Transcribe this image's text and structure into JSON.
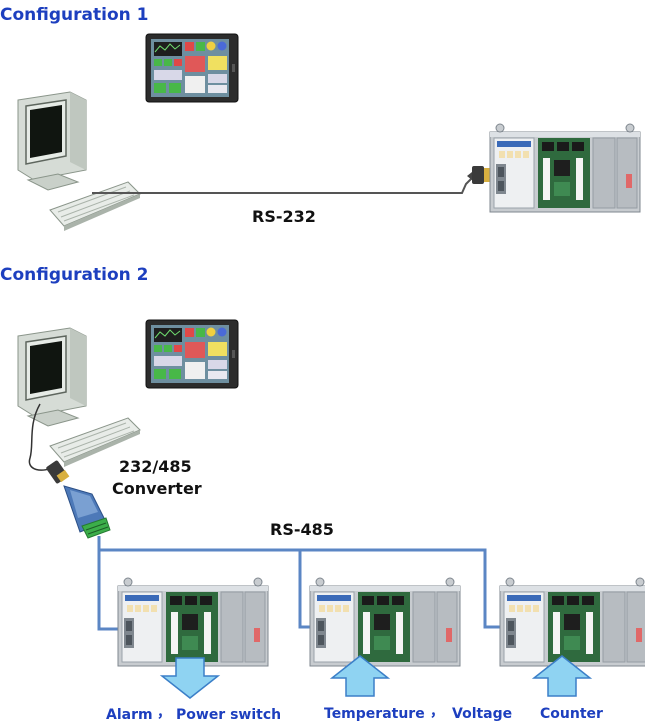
{
  "config1": {
    "heading": "Configuration 1",
    "link_label": "RS-232"
  },
  "config2": {
    "heading": "Configuration 2",
    "converter_line1": "232/485",
    "converter_line2": "Converter",
    "bus_label": "RS-485",
    "io_labels": {
      "alarm": "Alarm",
      "sep1": "，",
      "power": "Power switch",
      "temperature": "Temperature",
      "sep2": "，",
      "voltage": "Voltage",
      "counter": "Counter"
    }
  },
  "colors": {
    "heading": "#1d3fbf",
    "bus": "#5b86c4",
    "cable": "#555555",
    "arrow_fill": "#8fd3f2",
    "arrow_stroke": "#3b7fc8"
  }
}
